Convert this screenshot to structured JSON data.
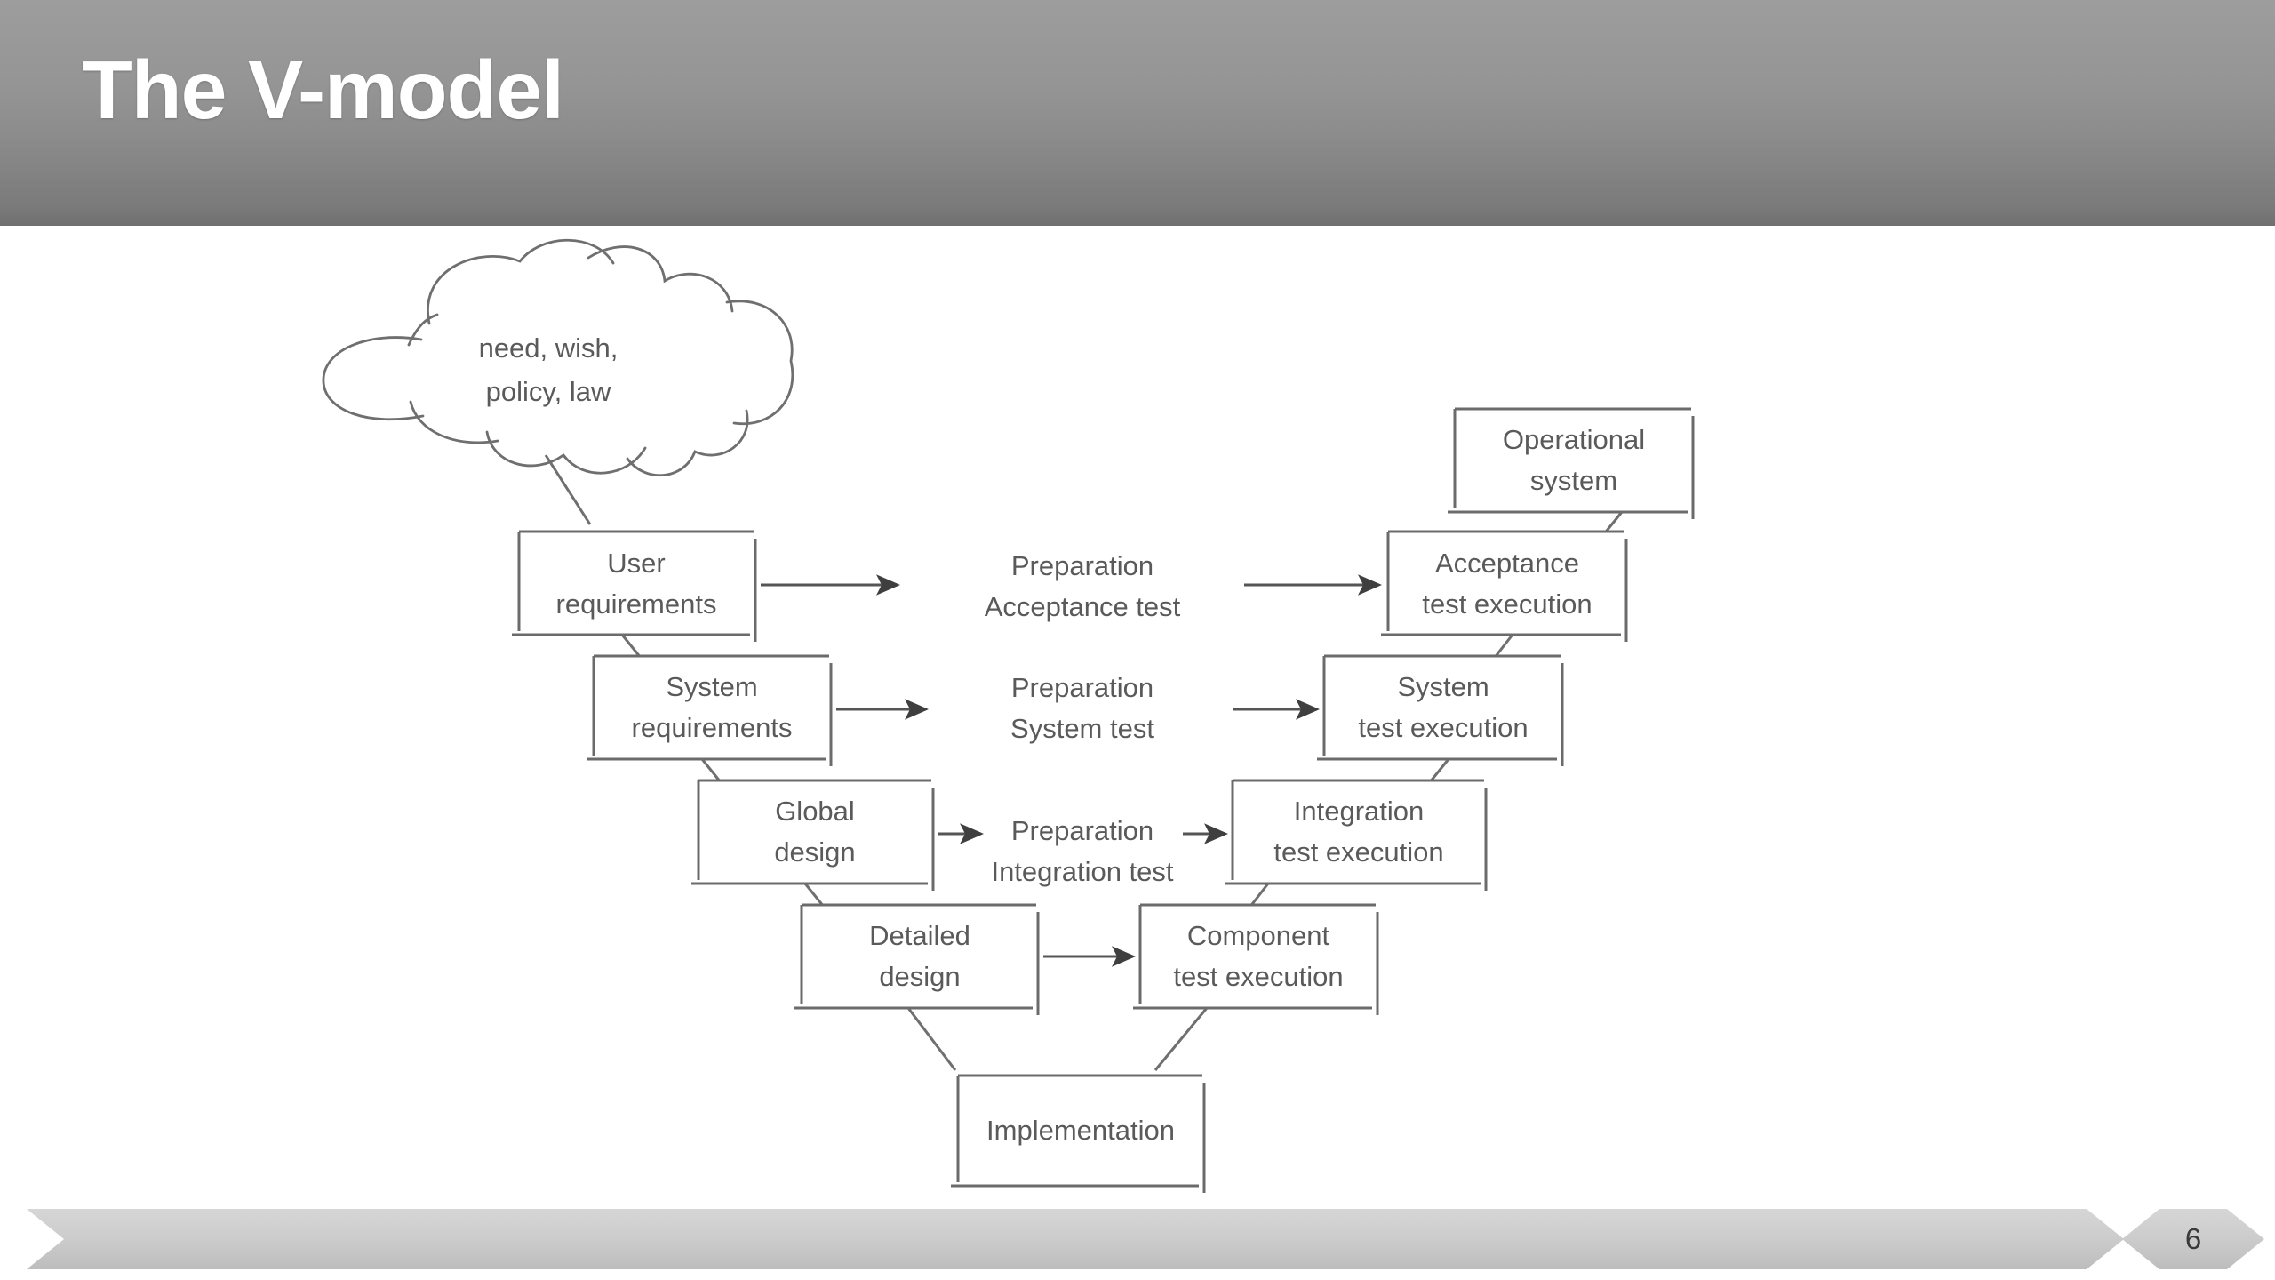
{
  "slide": {
    "title": "The V-model",
    "page_number": "6",
    "header_gradient_top": "#9d9d9d",
    "header_gradient_bottom": "#6f6f6f",
    "footer_color": "#cdcdcd",
    "line_color": "#6f6f6f",
    "text_color": "#5a5a5a",
    "background": "#ffffff"
  },
  "diagram": {
    "type": "v-model-flow",
    "cloud": {
      "line1": "need, wish,",
      "line2": "policy, law"
    },
    "left_branch": [
      {
        "id": "user-requirements",
        "line1": "User",
        "line2": "requirements"
      },
      {
        "id": "system-requirements",
        "line1": "System",
        "line2": "requirements"
      },
      {
        "id": "global-design",
        "line1": "Global",
        "line2": "design"
      },
      {
        "id": "detailed-design",
        "line1": "Detailed",
        "line2": "design"
      }
    ],
    "bottom": {
      "id": "implementation",
      "line1": "Implementation",
      "line2": ""
    },
    "middle_labels": [
      {
        "id": "preparation-acceptance-test",
        "line1": "Preparation",
        "line2": "Acceptance test"
      },
      {
        "id": "preparation-system-test",
        "line1": "Preparation",
        "line2": "System test"
      },
      {
        "id": "preparation-integration-test",
        "line1": "Preparation",
        "line2": "Integration test"
      }
    ],
    "right_branch": [
      {
        "id": "operational-system",
        "line1": "Operational",
        "line2": "system"
      },
      {
        "id": "acceptance-test-execution",
        "line1": "Acceptance",
        "line2": "test execution"
      },
      {
        "id": "system-test-execution",
        "line1": "System",
        "line2": "test execution"
      },
      {
        "id": "integration-test-execution",
        "line1": "Integration",
        "line2": "test execution"
      },
      {
        "id": "component-test-execution",
        "line1": "Component",
        "line2": "test execution"
      }
    ]
  }
}
